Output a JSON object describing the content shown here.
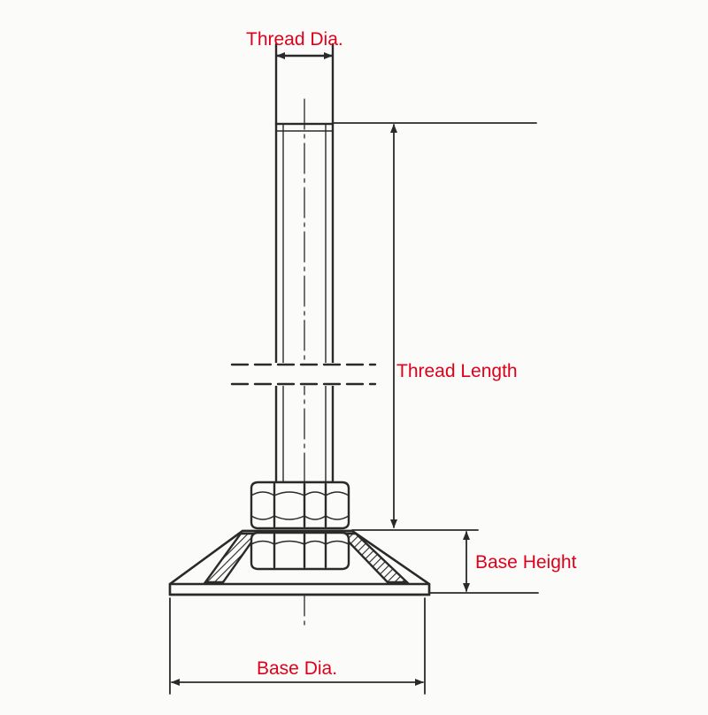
{
  "labels": {
    "thread_dia": "Thread Dia.",
    "thread_length": "Thread Length",
    "base_height": "Base Height",
    "base_dia": "Base Dia."
  },
  "colors": {
    "label": "#e0001b",
    "ink": "#2a2a2a",
    "paper": "#fbfbf9"
  }
}
